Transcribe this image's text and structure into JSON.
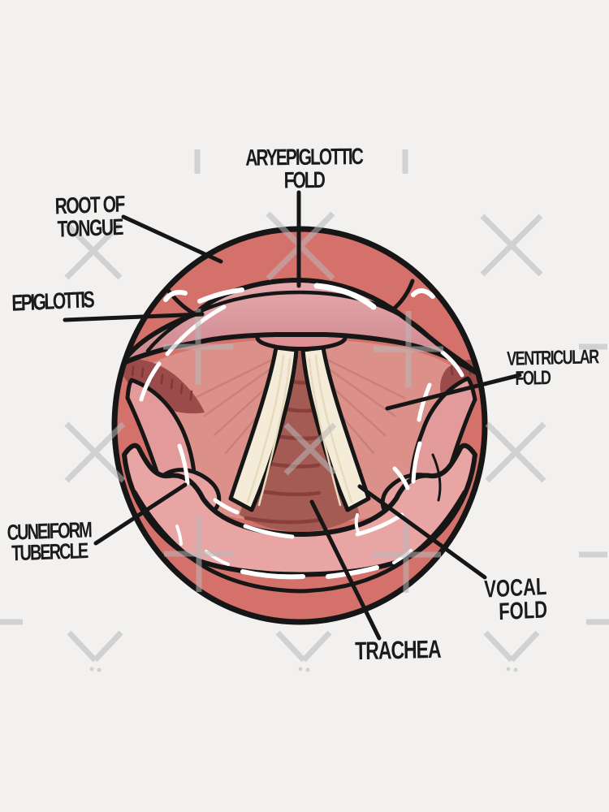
{
  "page": {
    "background_color": "#f2f1f0"
  },
  "sticker": {
    "title": "Larynx anatomy diagram, superior view (hand-drawn sticker)",
    "labels": {
      "aryepiglottic_fold": {
        "lines": [
          "ARYEPIGLOTTIC",
          "FOLD"
        ]
      },
      "root_of_tongue": {
        "lines": [
          "ROOT OF",
          "TONGUE"
        ]
      },
      "epiglottis": {
        "lines": [
          "EPIGLOTTIS"
        ]
      },
      "ventricular_fold": {
        "lines": [
          "VENTRICULAR",
          "FOLD"
        ]
      },
      "cuneiform_tubercle": {
        "lines": [
          "CUNEIFORM",
          "TUBERCLE"
        ]
      },
      "vocal_fold": {
        "lines": [
          "VOCAL",
          "FOLD"
        ]
      },
      "trachea": {
        "lines": [
          "TRACHEA"
        ]
      }
    },
    "colors": {
      "background": "#f2f1f0",
      "outline_black": "#161616",
      "outer_ring_rose": "#d4716b",
      "epiglottis_rim_pink": "#e7aaad",
      "epiglottis_body": "#c8828a",
      "petiole_pink": "#de9093",
      "muscle_salmon": "#db918a",
      "muscle_streak": "#c57f78",
      "vocal_fold_cream": "#f4ebd8",
      "trachea_maroon": "#a35b54",
      "trachea_ring": "#8a3f3b",
      "collar_pink": "#e9a5a4",
      "side_band_pink": "#e29b9a",
      "shadow_maroon": "#9a4b4a",
      "highlight_white": "#ffffff",
      "watermark_gray": "#b9b8b8"
    },
    "watermark_style": "tiled translucent gray X / plus / dash marks"
  }
}
